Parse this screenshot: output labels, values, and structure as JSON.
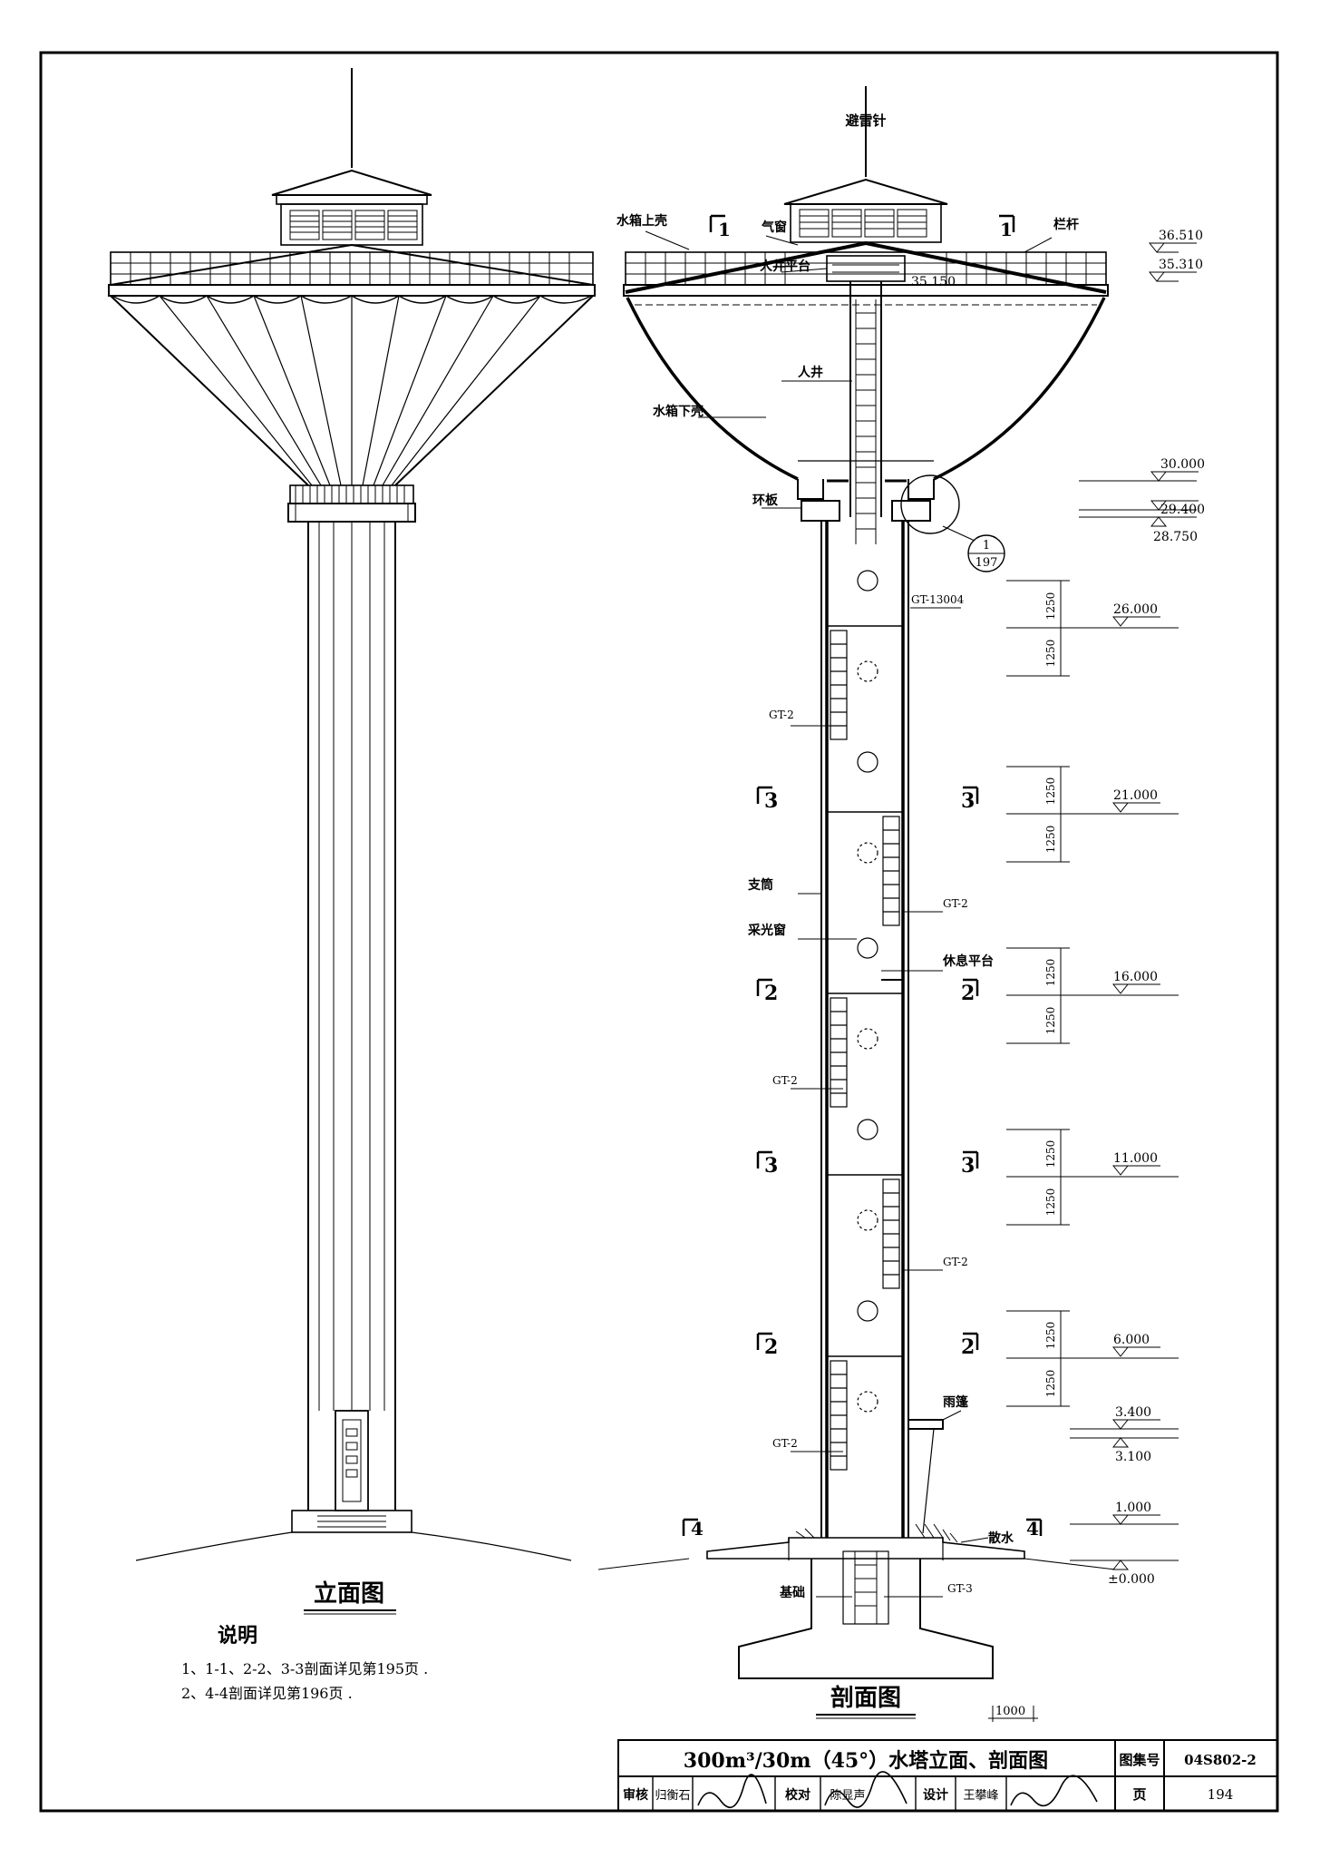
{
  "elevation": {
    "caption": "立面图",
    "notes_title": "说明",
    "notes": [
      "1、1-1、2-2、3-3剖面详见第195页 .",
      "2、4-4剖面详见第196页 ."
    ]
  },
  "section": {
    "caption": "剖面图",
    "labels": {
      "lightning_rod": "避雷针",
      "tank_upper_shell": "水箱上壳",
      "vent_window": "气窗",
      "railing": "栏杆",
      "manhole_platform": "人井平台",
      "manhole": "人井",
      "tank_lower_shell": "水箱下壳",
      "ring_plate": "环板",
      "support_tube": "支筒",
      "lighting_window": "采光窗",
      "rest_platform": "休息平台",
      "canopy": "雨篷",
      "apron": "散水",
      "foundation": "基础"
    },
    "section_marks": {
      "s1_left": "1",
      "s1_right": "1",
      "s3a_left": "3",
      "s3a_right": "3",
      "s2a_left": "2",
      "s2a_right": "2",
      "s3b_left": "3",
      "s3b_right": "3",
      "s2b_left": "2",
      "s2b_right": "2",
      "s4_left": "4",
      "s4_right": "4"
    },
    "detail_ref": {
      "num": "1",
      "page": "197"
    },
    "ladders": {
      "top": "GT-13004",
      "gt2_a": "GT-2",
      "gt2_b": "GT-2",
      "gt2_c": "GT-2",
      "gt2_d": "GT-2",
      "gt2_e": "GT-2",
      "bottom": "GT-3"
    },
    "inner_level": "35.150",
    "levels": {
      "l36510": "36.510",
      "l35310": "35.310",
      "l30000": "30.000",
      "l29400": "29.400",
      "l28750": "28.750",
      "l26000": "26.000",
      "l21000": "21.000",
      "l16000": "16.000",
      "l11000": "11.000",
      "l6000": "6.000",
      "l3400": "3.400",
      "l3100": "3.100",
      "l1000": "1.000",
      "l0": "±0.000"
    },
    "dim_1250": "1250",
    "scale_bar": "1000"
  },
  "title_block": {
    "title": "300m³/30m（45°）水塔立面、剖面图",
    "atlas_label": "图集号",
    "atlas_no": "04S802-2",
    "review_label": "审核",
    "reviewer": "归衡石",
    "check_label": "校对",
    "checker": "陈显声",
    "design_label": "设计",
    "designer": "王攀峰",
    "page_label": "页",
    "page_no": "194"
  }
}
